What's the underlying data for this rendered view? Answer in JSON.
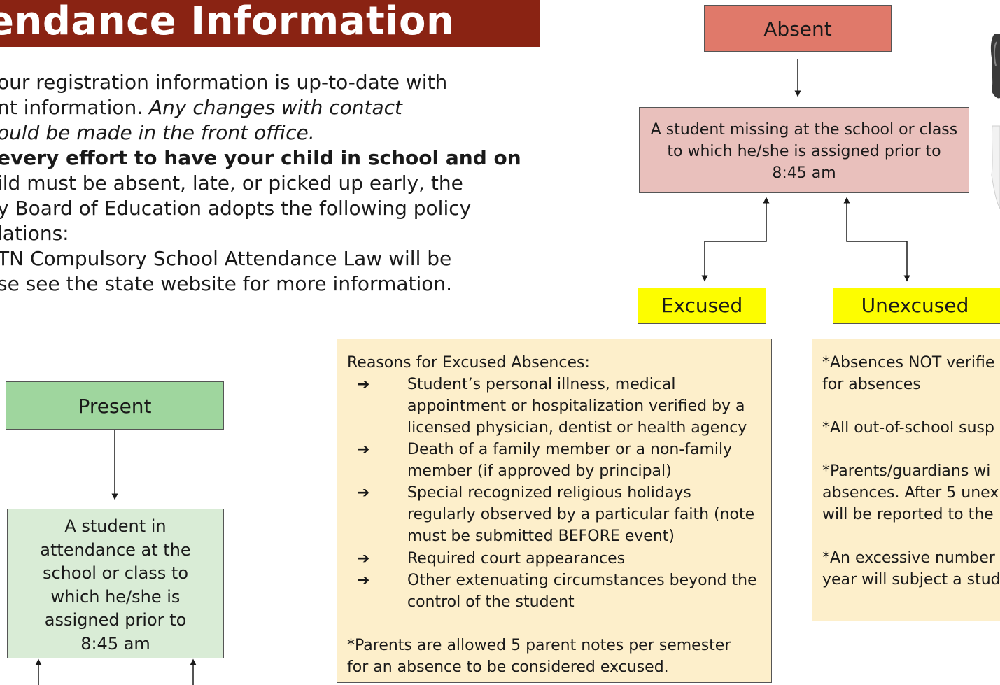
{
  "header": {
    "title": "endance Information",
    "title_color": "#8a2313"
  },
  "intro": {
    "line1": "our registration information is up-to-date with",
    "line2_plain": "nt information. ",
    "line2_italic": "Any changes with contact",
    "line3_italic": "ould be made in the front office.",
    "line4_bold": " every effort to have your child in school and on",
    "line5": "ild must be absent, late, or picked up early, the",
    "line6": "y Board of Education adopts the following policy",
    "line7": "lations:",
    "line8": " TN Compulsory School Attendance Law will be",
    "line9": "se see the state website for more information."
  },
  "flow_absent": {
    "absent_label": "Absent",
    "absent_definition": "A student missing at the school or class to which he/she is assigned prior to 8:45 am",
    "excused_label": "Excused",
    "unexcused_label": "Unexcused"
  },
  "flow_present": {
    "present_label": "Present",
    "present_definition": "A student in attendance at the school or class to which he/she is assigned prior to 8:45 am"
  },
  "reasons": {
    "heading": "Reasons for Excused Absences:",
    "arrow_symbol": "➔",
    "items": [
      "Student’s personal illness, medical\nappointment or hospitalization verified by a\nlicensed physician, dentist or health agency",
      "Death of a family member or a non-family\nmember (if approved by principal)",
      "Special recognized religious holidays\nregularly observed by a particular faith (note\nmust be submitted  BEFORE event)",
      "Required court appearances",
      "Other extenuating circumstances beyond the\ncontrol of the student"
    ],
    "note": "*Parents are allowed 5 parent notes per semester\nfor an absence to be considered excused."
  },
  "unexcused_panel": {
    "lines": [
      "*Absences NOT verifie",
      "for absences",
      "*All out-of-school susp",
      "*Parents/guardians wi",
      "absences. After 5 unex",
      "will be reported to the",
      "*An excessive number",
      "year will subject a stud"
    ]
  },
  "colors": {
    "absent_fill": "#e0796a",
    "absent_def_fill": "#e9c0bc",
    "excused_fill": "#fdfd00",
    "present_fill": "#9fd69e",
    "present_def_fill": "#d9ecd6",
    "panel_fill": "#fdefcb"
  },
  "icons": {
    "clipart": "character-clipart"
  }
}
